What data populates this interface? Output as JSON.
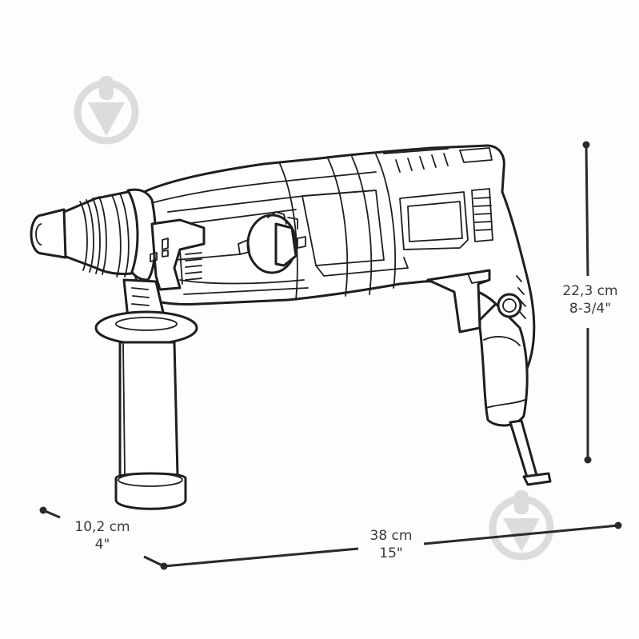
{
  "diagram": {
    "subject": "rotary hammer drill with auxiliary side handle",
    "style": "black line-art on white",
    "colors": {
      "ink": "#1e1e1e",
      "label_text": "#3a3a3a",
      "background": "#fdfdfc",
      "watermark": "#dcdcdc"
    }
  },
  "dimensions": {
    "height": {
      "metric": "22,3 cm",
      "imperial": "8-3/4\""
    },
    "length": {
      "metric": "38 cm",
      "imperial": "15\""
    },
    "width": {
      "metric": "10,2 cm",
      "imperial": "4\""
    }
  },
  "watermarks": [
    {
      "icon": "download-arrow-circle-icon",
      "position": "top-left"
    },
    {
      "icon": "download-arrow-circle-icon",
      "position": "bottom-right"
    }
  ]
}
